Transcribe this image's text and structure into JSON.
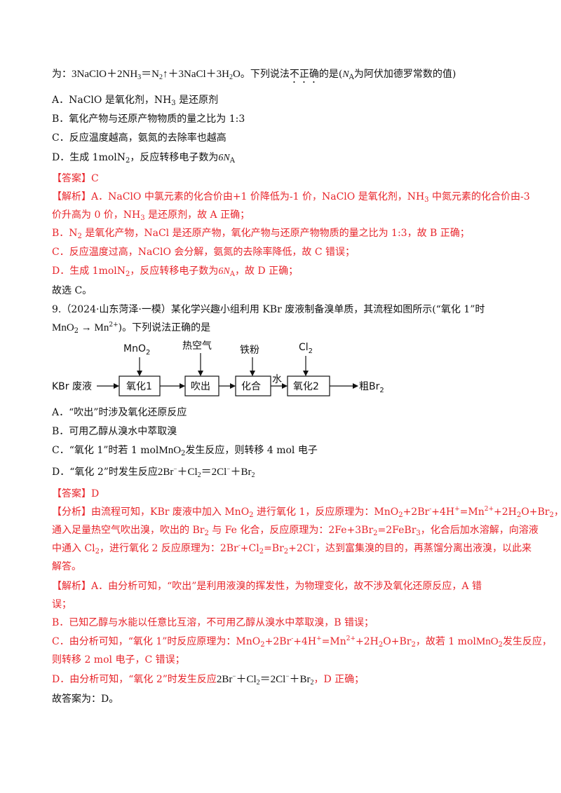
{
  "q8": {
    "stem_prefix": "为：",
    "eq_left": "3NaClO＋2NH",
    "eq_mid": "＝N",
    "eq_right": "↑＋3NaCl＋3H",
    "eq_end": "O",
    "stem_mid": "。下列说法",
    "emph": "不正确",
    "stem_suffix": "的是(",
    "na": "N",
    "na_sub": "A",
    "stem_end": "为阿伏加德罗常数的值)",
    "optA": "A．NaClO 是氧化剂，NH",
    "optA2": " 是还原剂",
    "optB": "B．氧化产物与还原产物物质的量之比为 1:3",
    "optC": "C．反应温度越高，氨氮的去除率也越高",
    "optD": "D．生成 1molN",
    "optD2": "，反应转移电子数为",
    "optD3": "6N",
    "answer": "【答案】C",
    "exp1a": "【解析】A．NaClO 中氯元素的化合价由+1 价降低为-1 价，NaClO 是氧化剂，NH",
    "exp1b": " 中氮元素的化合价由-3",
    "exp2": "价升高为 0 价，NH",
    "exp2b": " 是还原剂，故 A 正确；",
    "exp3a": "B．N",
    "exp3b": " 是氧化产物，NaCl 是还原产物，氧化产物与还原产物物质的量之比为 1:3，故 B 正确；",
    "exp4": "C．反应温度过高，NaClO 会分解，氨氮的去除率降低，故 C 错误；",
    "exp5a": "D．生成 1molN",
    "exp5b": "，反应转移电子数为",
    "exp5c": "，故 D 正确；",
    "conclusion": "故选 C。"
  },
  "q9": {
    "stem1": "9.（2024·山东菏泽·一模）某化学兴趣小组利用 KBr 废液制备溴单质，其流程如图所示(“氧化 1”时",
    "stem2a": "MnO",
    "stem2b": " → Mn",
    "stem2c": "2+",
    "stem2d": ")。下列说法正确的是",
    "flow": {
      "start": "KBr 废液",
      "box1": "氧化1",
      "box2": "吹出",
      "box3": "化合",
      "box4": "氧化2",
      "end": "粗Br",
      "end_sub": "2",
      "in1": "MnO",
      "in1_sub": "2",
      "in2": "热空气",
      "in3": "铁粉",
      "in4": "Cl",
      "in4_sub": "2",
      "water": "水"
    },
    "optA": "A．“吹出”时涉及氧化还原反应",
    "optB": "B．可用乙醇从溴水中萃取溴",
    "optC1": "C．“氧化 1”时若 1 mol",
    "optC2": "MnO",
    "optC3": "发生反应，则转移 4 mol 电子",
    "optD1": "D．“氧化 2”时发生反应",
    "optD2": "2Br",
    "optD3": "＋Cl",
    "optD4": "＝2Cl",
    "optD5": "＋Br",
    "answer": "【答案】D",
    "ana1a": "【分析】由流程可知，KBr 废液中加入 MnO",
    "ana1b": " 进行氧化 1，反应原理为：MnO",
    "ana1c": "+2Br",
    "ana1d": "+4H",
    "ana1e": "=Mn",
    "ana1f": "+2H",
    "ana1g": "O+Br",
    "ana1h": "，",
    "ana2a": "通入足量热空气吹出溴，吹出的 Br",
    "ana2b": " 与 Fe 化合，反应原理为：2Fe+3Br",
    "ana2c": "=2FeBr",
    "ana2d": "，化合后加水溶解，向溶液",
    "ana3a": "中通入 Cl",
    "ana3b": "，进行氧化 2 反应原理为：2Br",
    "ana3c": "+Cl",
    "ana3d": "=Br",
    "ana3e": "+2Cl",
    "ana3f": "，达到富集溴的目的，再蒸馏分离出液溴，以此来",
    "ana4": "解答。",
    "exp1": "【解析】A．由分析可知，“吹出”是利用液溴的挥发性，为物理变化，故不涉及氧化还原反应，A 错",
    "exp2": "误；",
    "exp3": "B．已知乙醇与水能以任意比互溶，不可用乙醇从溴水中萃取溴，B 错误；",
    "exp4a": "C．由分析可知，“氧化 1”时反应原理为：MnO",
    "exp4b": "+2Br",
    "exp4c": "+4H",
    "exp4d": "=Mn",
    "exp4e": "+2H",
    "exp4f": "O+Br",
    "exp4g": "，故若 1 mol",
    "exp4h": "MnO",
    "exp4i": "发生反应，",
    "exp5": "则转移 2 mol 电子，C 错误；",
    "exp6a": "D．由分析可知，“氧化 2”时发生反应",
    "exp6b": "，D 正确；",
    "conclusion": "故答案为：D。"
  },
  "sym": {
    "sub2": "2",
    "sub3": "3",
    "sup_minus": "−",
    "sup_plus": "+",
    "sup_2plus": "2+",
    "sub_a": "A",
    "minus": "-"
  }
}
